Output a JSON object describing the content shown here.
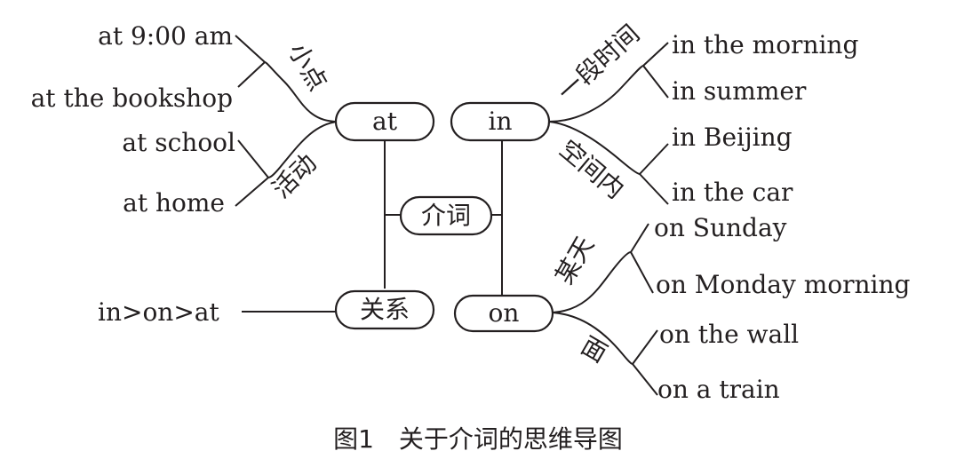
{
  "center": {
    "label": "介词"
  },
  "nodes": {
    "at": {
      "label": "at"
    },
    "in": {
      "label": "in"
    },
    "on": {
      "label": "on"
    },
    "relation": {
      "label": "关系"
    }
  },
  "at_branches": {
    "point": {
      "label": "小点",
      "leaves": [
        "at 9:00 am",
        "at the bookshop"
      ]
    },
    "activity": {
      "label": "活动",
      "leaves": [
        "at school",
        "at home"
      ]
    }
  },
  "in_branches": {
    "period": {
      "label": "一段时间",
      "leaves": [
        "in the morning",
        "in summer"
      ]
    },
    "space": {
      "label": "空间内",
      "leaves": [
        "in Beijing",
        "in the car"
      ]
    }
  },
  "on_branches": {
    "day": {
      "label": "某天",
      "leaves": [
        "on Sunday",
        "on Monday morning"
      ]
    },
    "surface": {
      "label": "面",
      "leaves": [
        "on the wall",
        "on a train"
      ]
    }
  },
  "relation_text": "in>on>at",
  "caption": "图1　关于介词的思维导图"
}
